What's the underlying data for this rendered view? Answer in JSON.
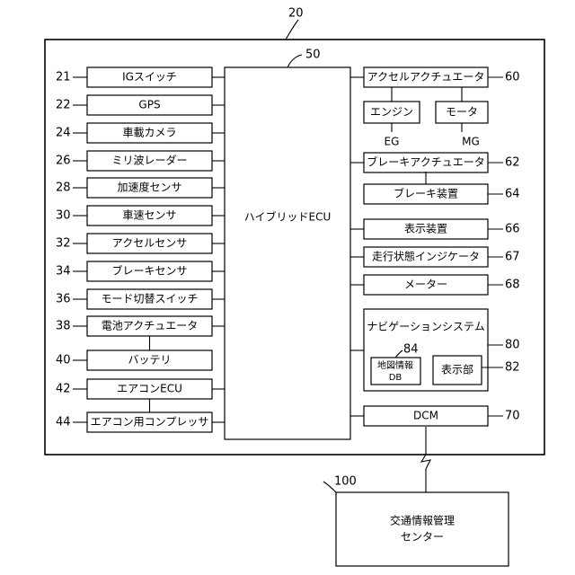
{
  "labels": {
    "system": "20",
    "ecu": "50",
    "center": "100"
  },
  "left_boxes": [
    {
      "id": "21",
      "label": "IGスイッチ"
    },
    {
      "id": "22",
      "label": "GPS"
    },
    {
      "id": "24",
      "label": "車載カメラ"
    },
    {
      "id": "26",
      "label": "ミリ波レーダー"
    },
    {
      "id": "28",
      "label": "加速度センサ"
    },
    {
      "id": "30",
      "label": "車速センサ"
    },
    {
      "id": "32",
      "label": "アクセルセンサ"
    },
    {
      "id": "34",
      "label": "ブレーキセンサ"
    },
    {
      "id": "36",
      "label": "モード切替スイッチ"
    },
    {
      "id": "38",
      "label": "電池アクチュエータ"
    },
    {
      "id": "40",
      "label": "バッテリ"
    },
    {
      "id": "42",
      "label": "エアコンECU"
    },
    {
      "id": "44",
      "label": "エアコン用コンプレッサ"
    }
  ],
  "ecu": {
    "label": "ハイブリッドECU"
  },
  "right_boxes": [
    {
      "id": "60",
      "label": "アクセルアクチュエータ"
    },
    {
      "id": "62",
      "label": "ブレーキアクチュエータ"
    },
    {
      "id": "64",
      "label": "ブレーキ装置"
    },
    {
      "id": "66",
      "label": "表示装置"
    },
    {
      "id": "67",
      "label": "走行状態インジケータ"
    },
    {
      "id": "68",
      "label": "メーター"
    },
    {
      "id": "70",
      "label": "DCM"
    }
  ],
  "engine": {
    "label": "エンジン",
    "tag": "EG"
  },
  "motor": {
    "label": "モータ",
    "tag": "MG"
  },
  "navi": {
    "id": "80",
    "title": "ナビゲーションシステム",
    "map_db": {
      "id": "84",
      "line1": "地図情報",
      "line2": "DB"
    },
    "display": {
      "id": "82",
      "label": "表示部"
    }
  },
  "center_box": {
    "line1": "交通情報管理",
    "line2": "センター"
  }
}
